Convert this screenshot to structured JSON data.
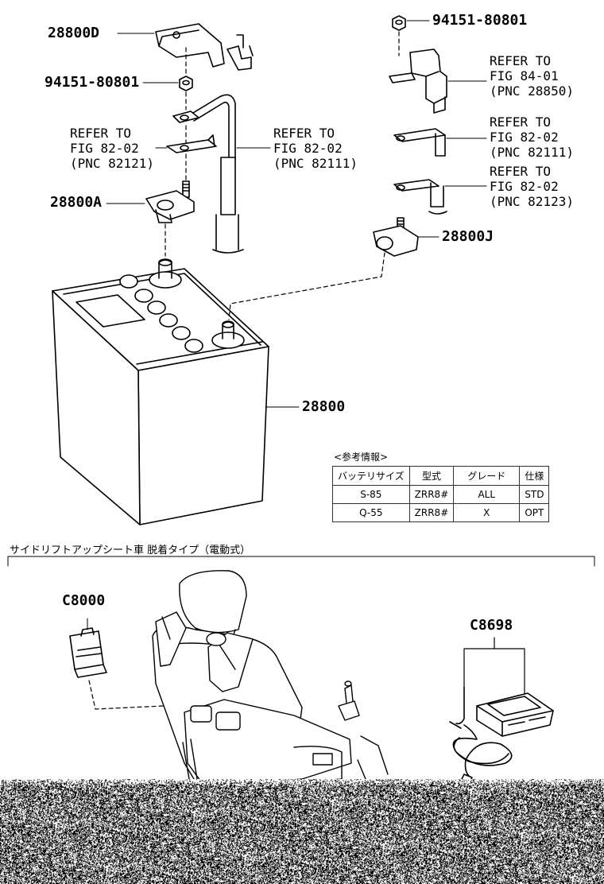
{
  "labels": {
    "p28800D": "28800D",
    "p94151_left": "94151-80801",
    "p94151_right": "94151-80801",
    "p28800A": "28800A",
    "p28800J": "28800J",
    "p28800": "28800",
    "pC8000": "C8000",
    "pC8698": "C8698"
  },
  "refs": {
    "left_lower": [
      "REFER TO",
      "FIG 82-02",
      "(PNC 82121)"
    ],
    "left_upper": [
      "REFER TO",
      "FIG 82-02",
      "(PNC 82111)"
    ],
    "right_1": [
      "REFER TO",
      "FIG 84-01",
      "(PNC 28850)"
    ],
    "right_2": [
      "REFER TO",
      "FIG 82-02",
      "(PNC 82111)"
    ],
    "right_3": [
      "REFER TO",
      "FIG 82-02",
      "(PNC 82123)"
    ]
  },
  "info": {
    "title": "<参考情報>",
    "headers": [
      "バッテリサイズ",
      "型式",
      "グレード",
      "仕様"
    ],
    "rows": [
      [
        "S-85",
        "ZRR8#",
        "ALL",
        "STD"
      ],
      [
        "Q-55",
        "ZRR8#",
        "X",
        "OPT"
      ]
    ]
  },
  "section_title": "サイドリフトアップシート車 脱着タイプ（電動式）"
}
